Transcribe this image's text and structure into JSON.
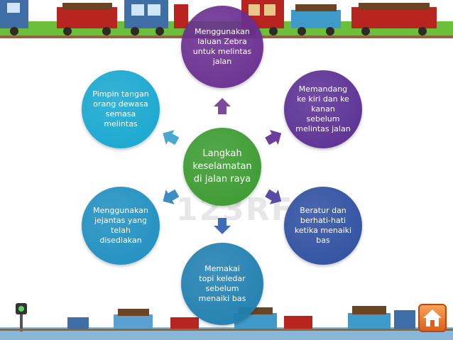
{
  "diagram": {
    "center": {
      "label": "Langkah\nkeselamatan\ndi jalan raya",
      "color": "#3a9a2f"
    },
    "nodes": [
      {
        "id": "top",
        "label": "Menggunakan\nlaluan Zebra\nuntuk melintas\njalan",
        "color": "#6a2f90"
      },
      {
        "id": "upper-right",
        "label": "Memandang\nke kiri dan ke\nkanan\nsebelum\nmelintas jalan",
        "color": "#5a2f94"
      },
      {
        "id": "lower-right",
        "label": "Beratur dan\nberhati-hati\nketika menaiki\nbas",
        "color": "#2e4fa0"
      },
      {
        "id": "bottom",
        "label": "Memakai\ntopi keledar\nsebelum\nmenaiki bas",
        "color": "#1f7fb0"
      },
      {
        "id": "lower-left",
        "label": "Menggunakan\njejantas yang\ntelah\ndisediakan",
        "color": "#1e8fc0"
      },
      {
        "id": "upper-left",
        "label": "Pimpin tangan\norang dewasa\nsemasa\nmelintas",
        "color": "#17a7cf"
      }
    ],
    "arrow_colors": {
      "top": "#7e4a9e",
      "upper-right": "#6a3f9e",
      "lower-right": "#5a4aa6",
      "bottom": "#3f6cb6",
      "lower-left": "#3f8cc4",
      "upper-left": "#4aa8cf"
    }
  },
  "watermark": {
    "text": "123RF"
  },
  "colors": {
    "grass": "#6cbf3a",
    "rail": "#8a6a3a",
    "engine_blue": "#3f6ea6",
    "cargo_red": "#b8241f",
    "bottom_strip": "#8ab6d8"
  },
  "icons": {
    "home": "home-icon",
    "signal": "traffic-signal-icon",
    "train": "train-icon"
  }
}
